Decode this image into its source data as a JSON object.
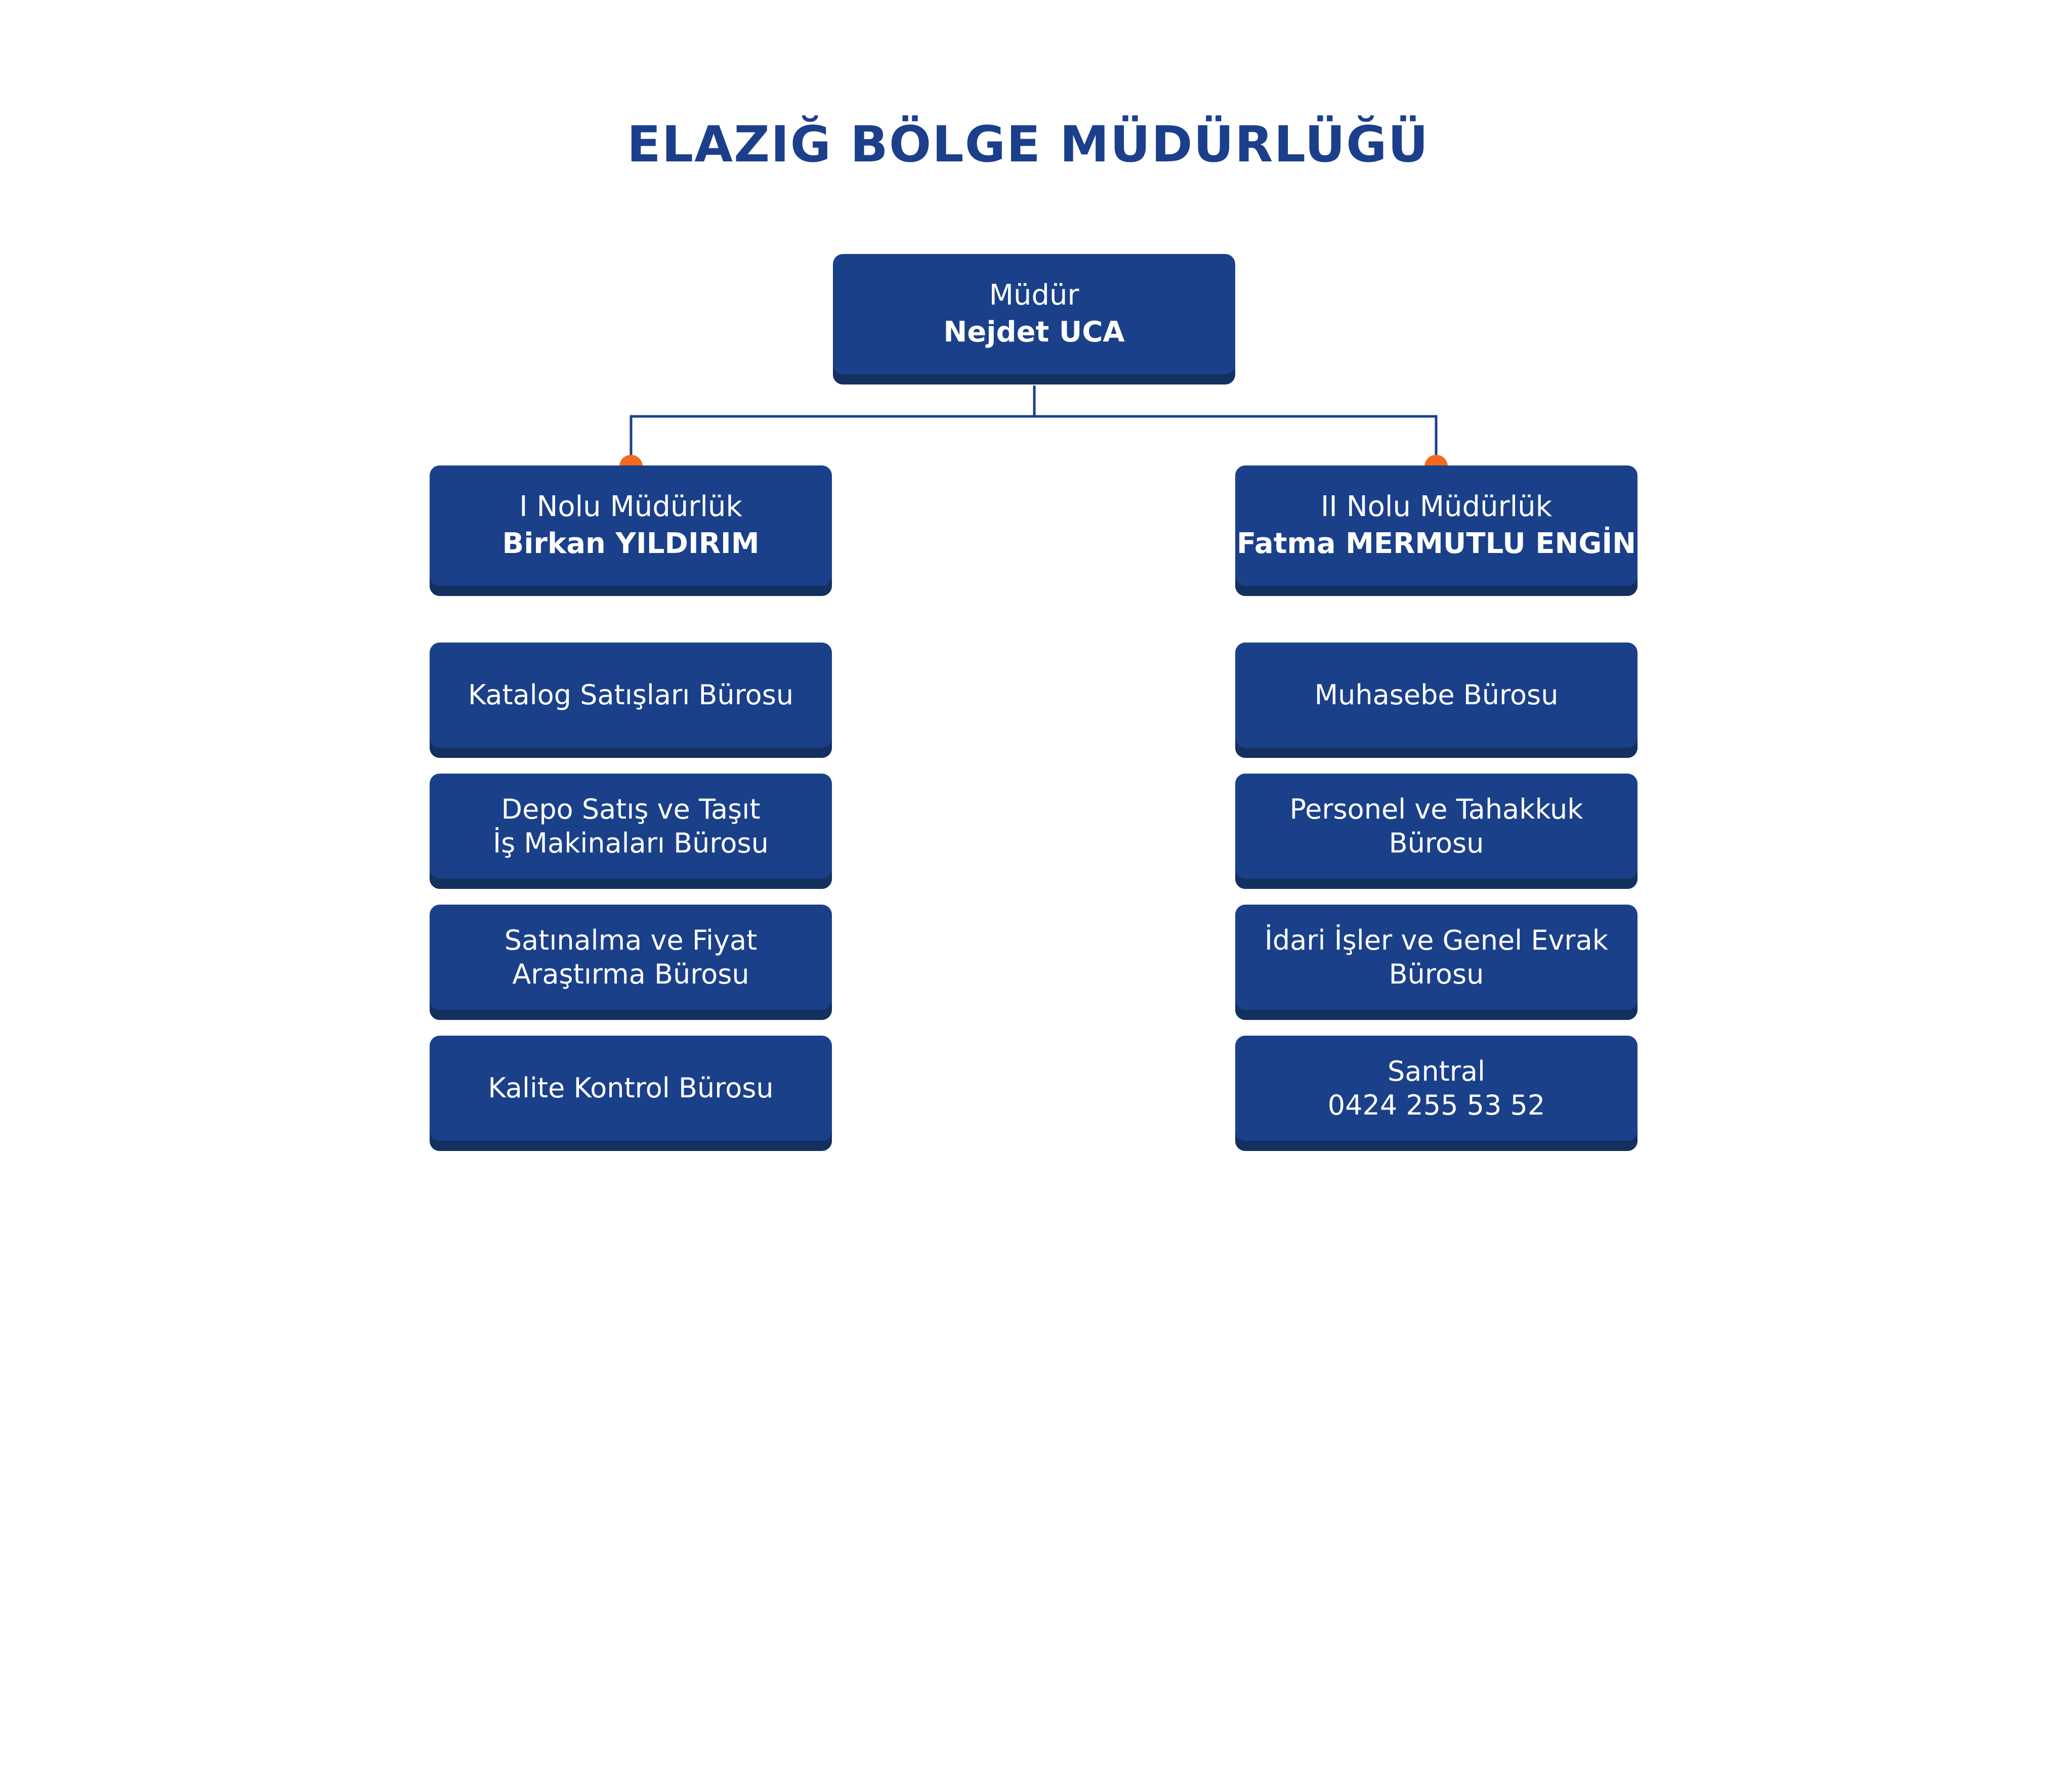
{
  "title": "ELAZIĞ BÖLGE MÜDÜRLÜĞÜ",
  "colors": {
    "box": "#1b408a",
    "box_shadow": "#14305f",
    "title": "#1b3f8b",
    "connector": "#1b408a",
    "node_dot": "#f26a1b"
  },
  "director": {
    "role": "Müdür",
    "name": "Nejdet UCA"
  },
  "branches": [
    {
      "role": "I Nolu Müdürlük",
      "name": "Birkan YILDIRIM",
      "offices": [
        "Katalog Satışları Bürosu",
        "Depo Satış ve Taşıt\nİş Makinaları Bürosu",
        "Satınalma ve Fiyat\nAraştırma Bürosu",
        "Kalite Kontrol Bürosu"
      ]
    },
    {
      "role": "II Nolu Müdürlük",
      "name": "Fatma MERMUTLU ENGİN",
      "offices": [
        "Muhasebe Bürosu",
        "Personel ve Tahakkuk\nBürosu",
        "İdari İşler ve Genel Evrak\nBürosu",
        "Santral\n0424 255 53 52"
      ]
    }
  ]
}
